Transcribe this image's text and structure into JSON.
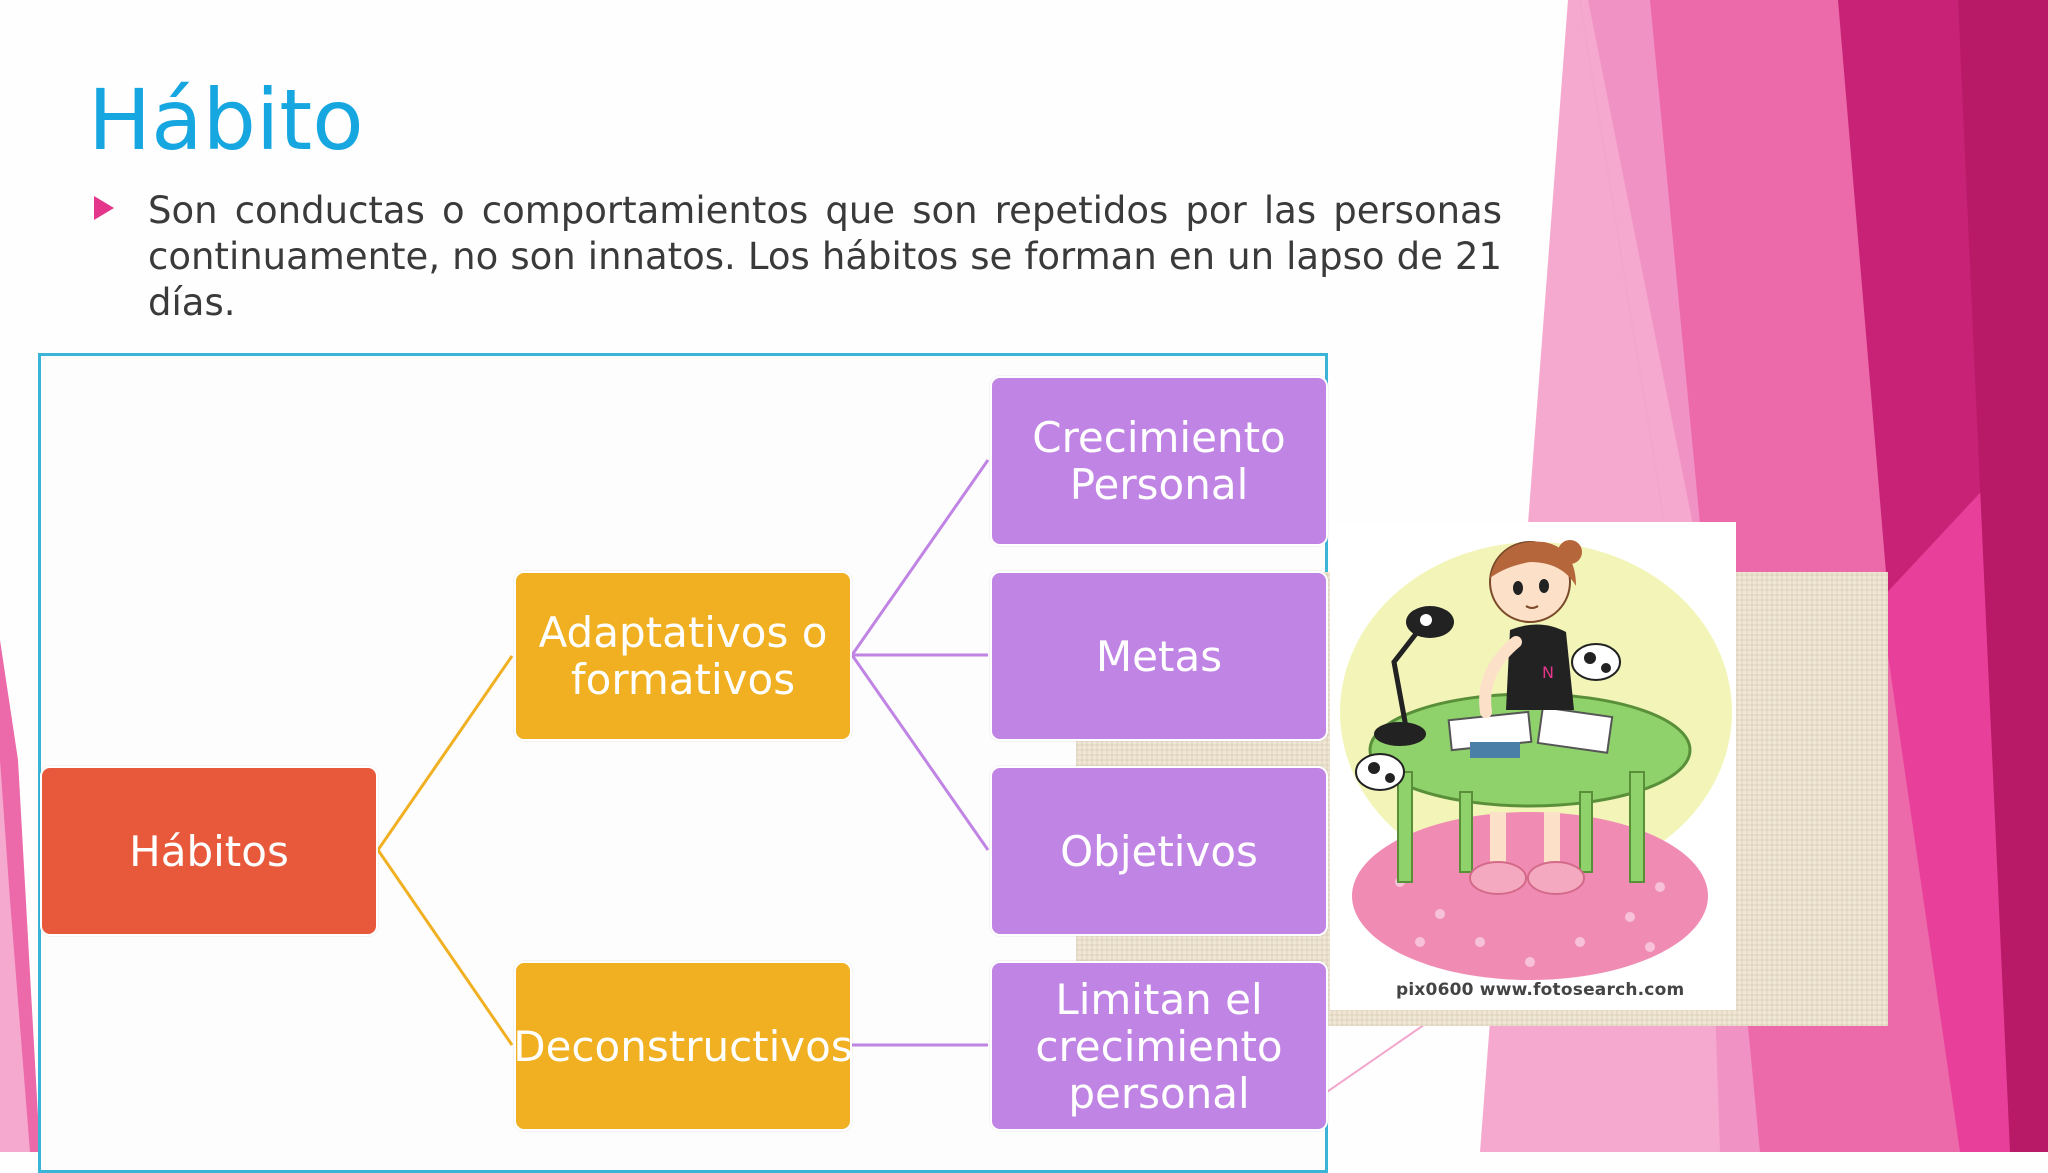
{
  "slide": {
    "title": "Hábito",
    "bullet_text": "Son conductas o comportamientos que son repetidos por las personas continuamente, no son innatos. Los hábitos se forman en un lapso de 21 días."
  },
  "diagram": {
    "root": {
      "label": "Hábitos",
      "color": "#e8583a"
    },
    "branches": [
      {
        "label": "Adaptativos o formativos",
        "color": "#f0b022",
        "children": [
          "Crecimiento Personal",
          "Metas",
          "Objetivos"
        ]
      },
      {
        "label": "Deconstructivos",
        "color": "#f0b022",
        "children": [
          "Limitan el crecimiento personal"
        ]
      }
    ],
    "leaf_color": "#c084e4",
    "connector_colors": {
      "root_to_branch": "#f0b022",
      "branch_to_leaf": "#c084e4"
    }
  },
  "illustration": {
    "description_icon": "girl-studying-at-desk-icon",
    "watermark": "pix0600  www.fotosearch.com"
  },
  "colors": {
    "title": "#16a6e0",
    "bullet": "#e4368a",
    "frame": "#3ab5d8",
    "decor_pink": "#e83e8c",
    "decor_magenta": "#c2186d"
  }
}
